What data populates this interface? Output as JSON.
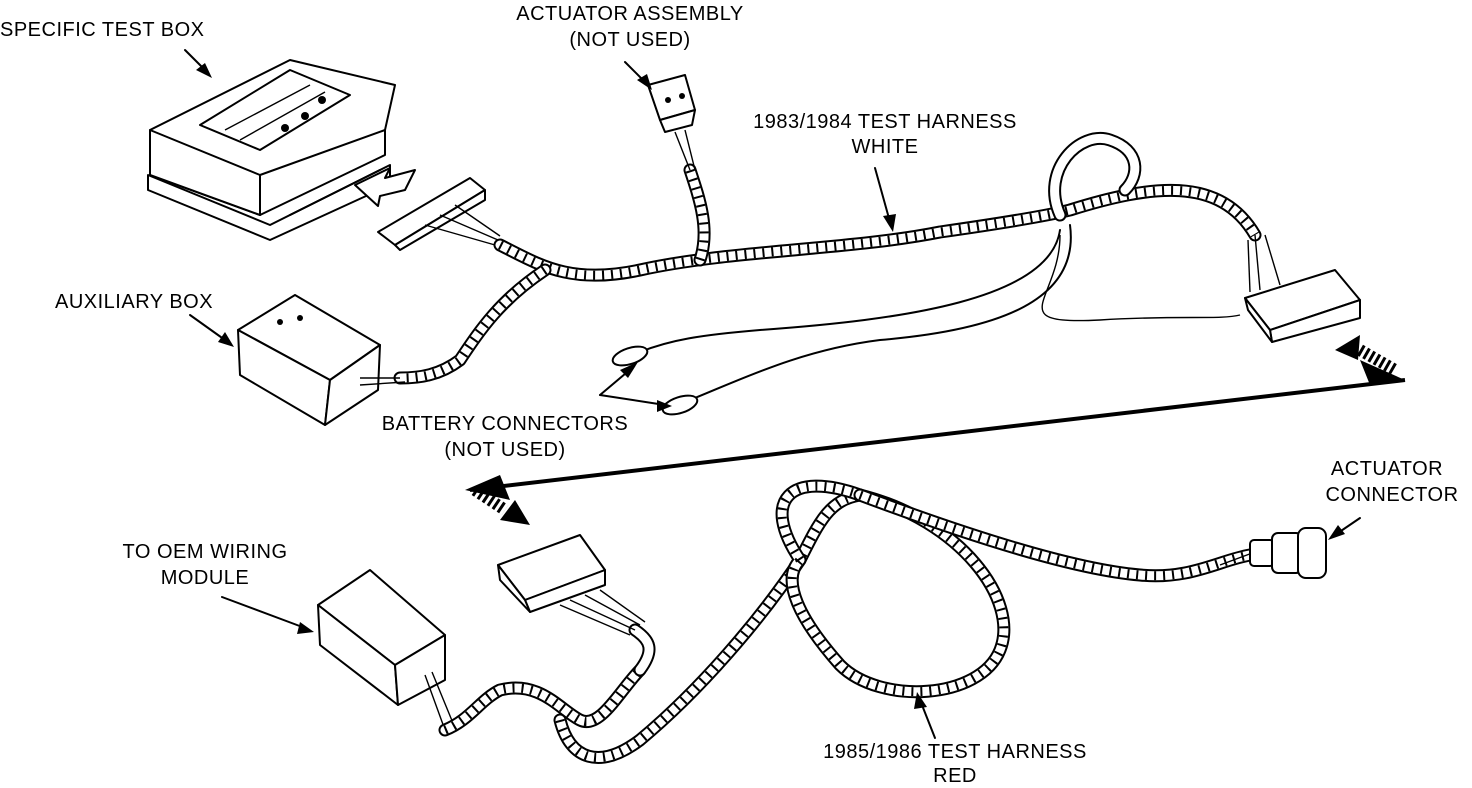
{
  "labels": {
    "specific_test_box": "SPECIFIC TEST BOX",
    "actuator_assembly": "ACTUATOR ASSEMBLY",
    "actuator_assembly_note": "(NOT USED)",
    "harness_1983_title": "1983/1984 TEST HARNESS",
    "harness_1983_color": "WHITE",
    "auxiliary_box": "AUXILIARY BOX",
    "battery_connectors": "BATTERY CONNECTORS",
    "battery_connectors_note": "(NOT USED)",
    "actuator_connector_l1": "ACTUATOR",
    "actuator_connector_l2": "CONNECTOR",
    "oem_module_l1": "TO OEM WIRING",
    "oem_module_l2": "MODULE",
    "harness_1985_title": "1985/1986 TEST HARNESS",
    "harness_1985_color": "RED"
  },
  "colors": {
    "ink": "#000000",
    "background": "#ffffff"
  }
}
